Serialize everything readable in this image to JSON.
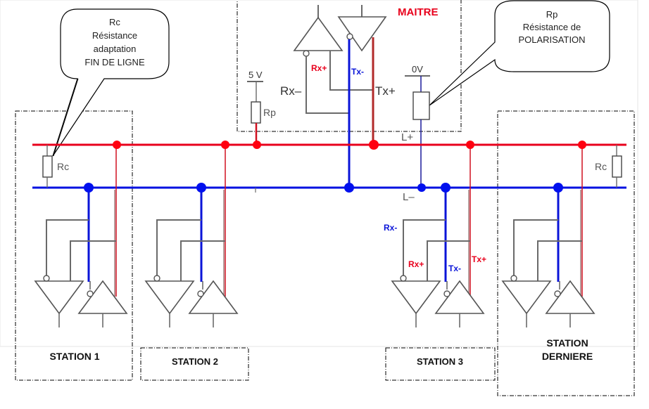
{
  "diagram": {
    "title": "RS-485 bus wiring: master and stations",
    "callouts": {
      "rc": {
        "lines": [
          "Rc",
          "Résistance",
          "adaptation",
          "FIN DE LIGNE"
        ]
      },
      "rp": {
        "lines": [
          "Rp",
          "Résistance de",
          "POLARISATION"
        ]
      }
    },
    "master": {
      "label": "MAITRE",
      "rx_plus": "Rx+",
      "tx_minus": "Tx-",
      "rx_minus_big": "Rx–",
      "tx_plus_big": "Tx+",
      "supply_5v": "5 V",
      "rp_label": "Rp",
      "supply_0v": "0V"
    },
    "bus": {
      "l_plus": "L+",
      "l_minus": "L–",
      "colors": {
        "l_plus": "#e8001c",
        "l_minus": "#0010e0"
      }
    },
    "terminations": {
      "left": "Rc",
      "right": "Rc"
    },
    "station3_pins": {
      "rx_minus": "Rx-",
      "rx_plus": "Rx+",
      "tx_minus": "Tx-",
      "tx_plus": "Tx+"
    },
    "stations": [
      {
        "name": "STATION 1"
      },
      {
        "name": "STATION 2"
      },
      {
        "name": "STATION 3"
      },
      {
        "line1": "STATION",
        "line2": "DERNIERE"
      }
    ]
  }
}
